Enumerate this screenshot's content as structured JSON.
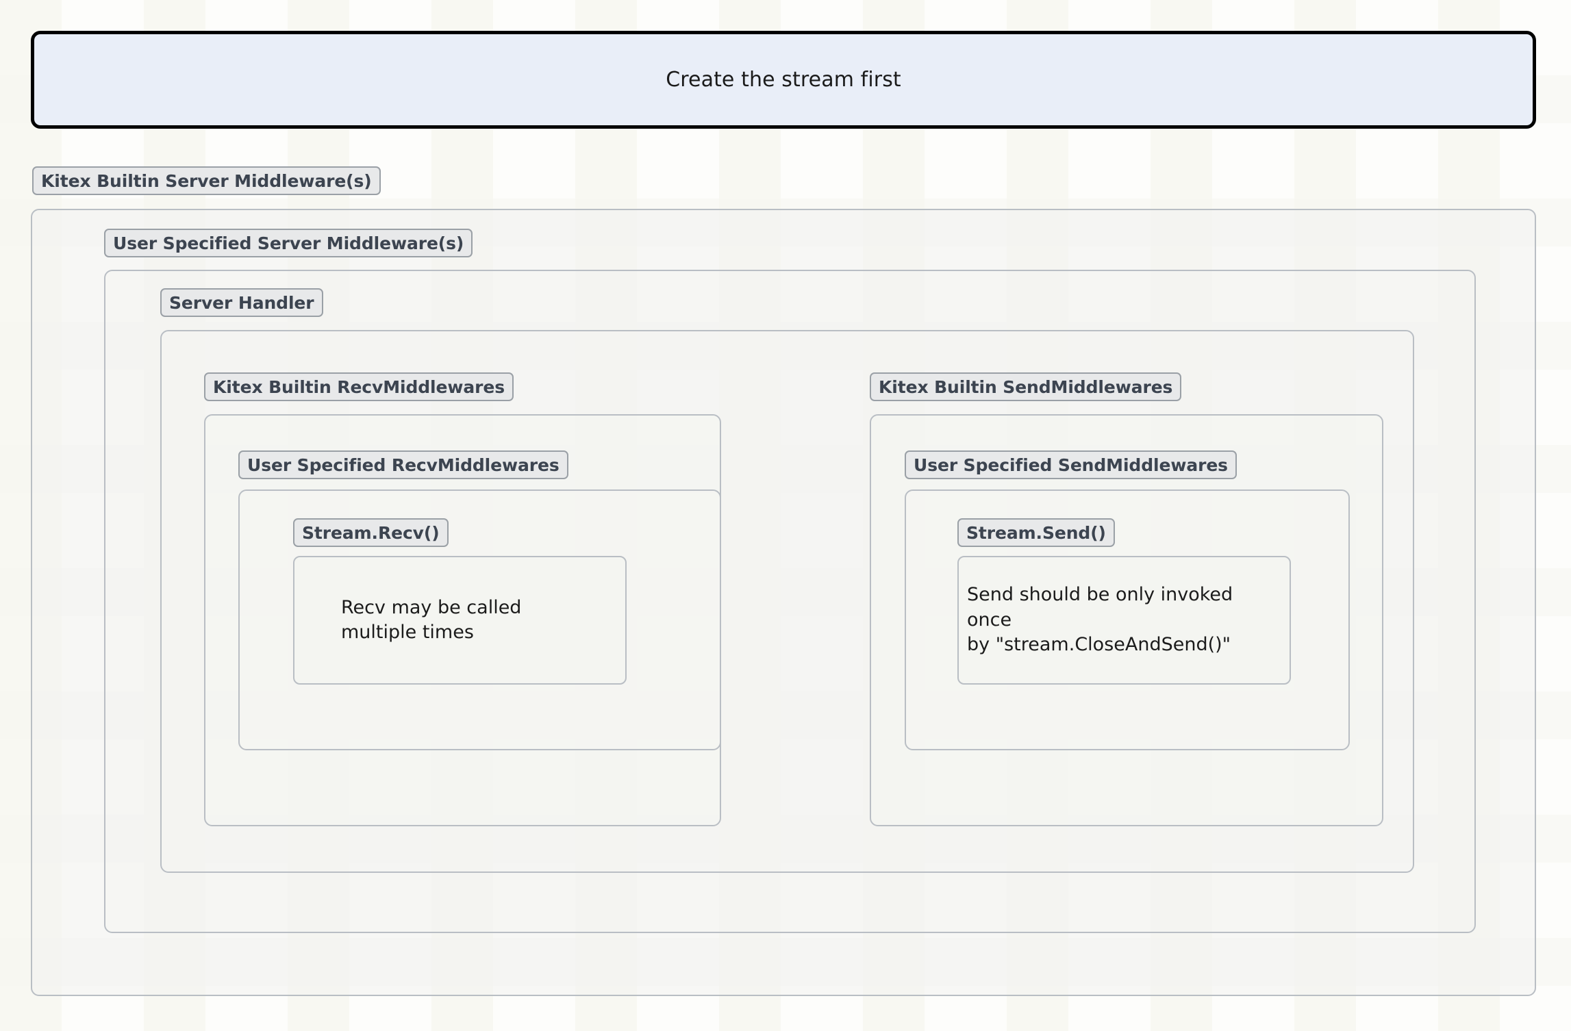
{
  "diagram": {
    "banner": {
      "text": "Create the stream first"
    },
    "layers": [
      {
        "id": "kitex-builtin-server-middleware",
        "label": "Kitex Builtin Server Middleware(s)"
      },
      {
        "id": "user-specified-server-middleware",
        "label": "User Specified Server Middleware(s)"
      },
      {
        "id": "server-handler",
        "label": "Server Handler"
      }
    ],
    "recv_column": {
      "layers": [
        {
          "id": "kitex-builtin-recv-middlewares",
          "label": "Kitex Builtin RecvMiddlewares"
        },
        {
          "id": "user-specified-recv-middlewares",
          "label": "User Specified RecvMiddlewares"
        },
        {
          "id": "stream-recv",
          "label": "Stream.Recv()"
        }
      ],
      "note": "Recv may be called\nmultiple times"
    },
    "send_column": {
      "layers": [
        {
          "id": "kitex-builtin-send-middlewares",
          "label": "Kitex Builtin SendMiddlewares"
        },
        {
          "id": "user-specified-send-middlewares",
          "label": "User Specified SendMiddlewares"
        },
        {
          "id": "stream-send",
          "label": "Stream.Send()"
        }
      ],
      "note": "Send should be only invoked once\nby \"stream.CloseAndSend()\""
    },
    "colors": {
      "banner_fill": "#e9eef8",
      "banner_border": "#000000",
      "zone_border": "#b9bec4",
      "badge_fill": "#e8e9ea",
      "badge_border": "#9aa0a6",
      "badge_text": "#3c4450",
      "body_text": "#1b1b1b",
      "page_background": "#fdfdfb"
    }
  }
}
